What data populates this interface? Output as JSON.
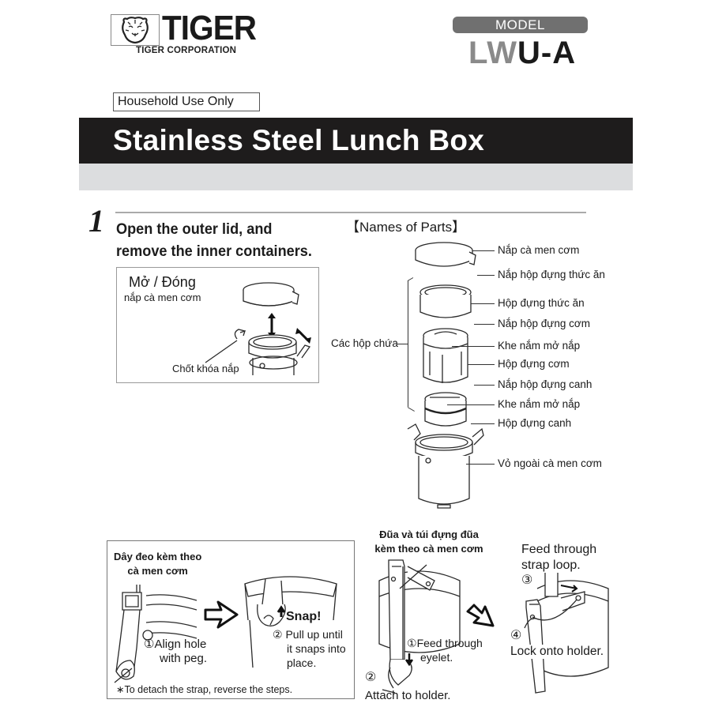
{
  "header": {
    "brand": "TIGER",
    "corporation": "TIGER CORPORATION",
    "logo_icon": "tiger-face-icon",
    "model_label": "MODEL",
    "model_prefix": "LW",
    "model_suffix": "U-A",
    "household_badge": "Household Use Only",
    "title": "Stainless Steel Lunch Box"
  },
  "colors": {
    "title_bar": "#1e1c1c",
    "title_text": "#ffffff",
    "subtitle_band": "#dcdddf",
    "model_pill": "#707070",
    "model_prefix": "#8a8a8a"
  },
  "step1": {
    "number": "1",
    "line1": "Open the outer lid, and",
    "line2": "remove the inner containers.",
    "open_close_title": "Mở / Đóng",
    "open_close_sub": "nắp cà men cơm",
    "latch_label": "Chốt khóa nắp"
  },
  "parts": {
    "title": "【Names of Parts】",
    "group_label": "Các hộp chứa",
    "labels": [
      "Nắp cà men cơm",
      "Nắp hộp đựng thức ăn",
      "Hộp đựng thức ăn",
      "Nắp hộp đựng cơm",
      "Khe nắm mở nắp",
      "Hộp đựng cơm",
      "Nắp hộp đựng canh",
      "Khe nắm mở nắp",
      "Hộp đựng canh",
      "Vỏ ngoài cà men cơm"
    ]
  },
  "strap": {
    "title_line1": "Dây đeo kèm theo",
    "title_line2": "cà men cơm",
    "step1_num": "①",
    "step1_line1": "Align hole",
    "step1_line2": "with peg.",
    "snap": "Snap!",
    "step2_num": "②",
    "step2_line1": "Pull up until",
    "step2_line2": "it snaps into",
    "step2_line3": "place.",
    "note": "∗To detach the strap, reverse the steps."
  },
  "chopsticks": {
    "title_line1": "Đũa và túi đựng đũa",
    "title_line2": "kèm theo cà men cơm",
    "step1_num": "①",
    "step1_line1": "Feed through",
    "step1_line2": "eyelet.",
    "step2_num": "②",
    "step2_text": "Attach to holder.",
    "step3_line1": "Feed through",
    "step3_line2": "strap loop.",
    "step3_num": "③",
    "step4_num": "④",
    "step4_text": "Lock onto holder."
  }
}
